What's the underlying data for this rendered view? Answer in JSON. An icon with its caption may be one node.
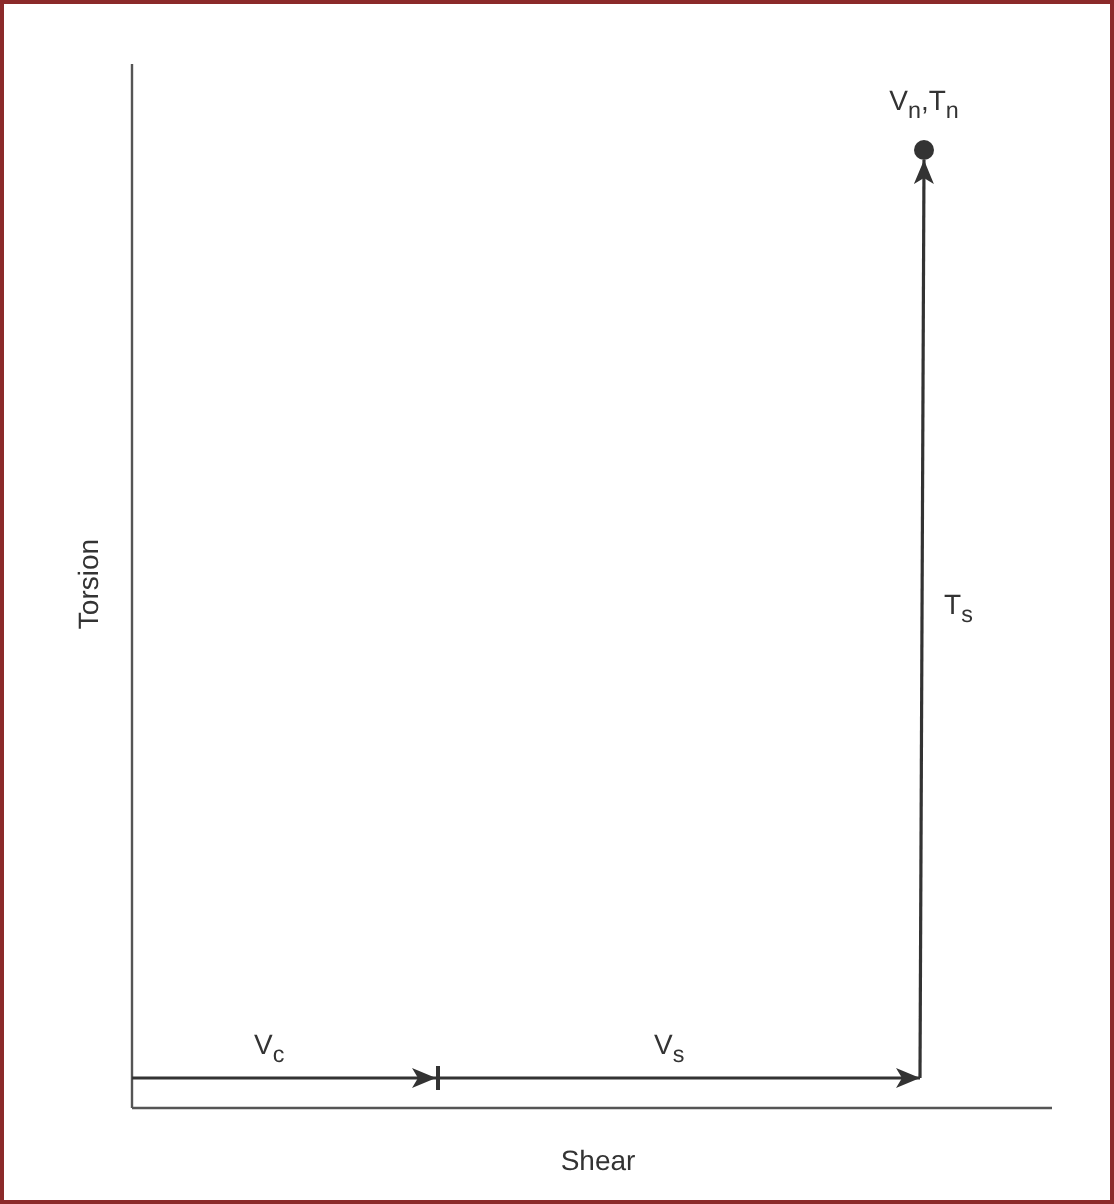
{
  "diagram": {
    "nodes": [
      {
        "text": [],
        "shape": "bar"
      },
      {
        "text": [
          "V$_{n}$,T$_{n}$"
        ]
      }
    ],
    "edges": [
      {
        "from": null,
        "to": 0,
        "arrow": "to",
        "label": "V$_{c}$"
      },
      {
        "from": 0,
        "to": null,
        "arrow": "to",
        "label": "V$_{s}$"
      },
      {
        "from": null,
        "to": 1,
        "arrow": "to",
        "label": "T$_{s}$"
      }
    ],
    "labels": [
      "Torsion",
      "Shear"
    ]
  }
}
